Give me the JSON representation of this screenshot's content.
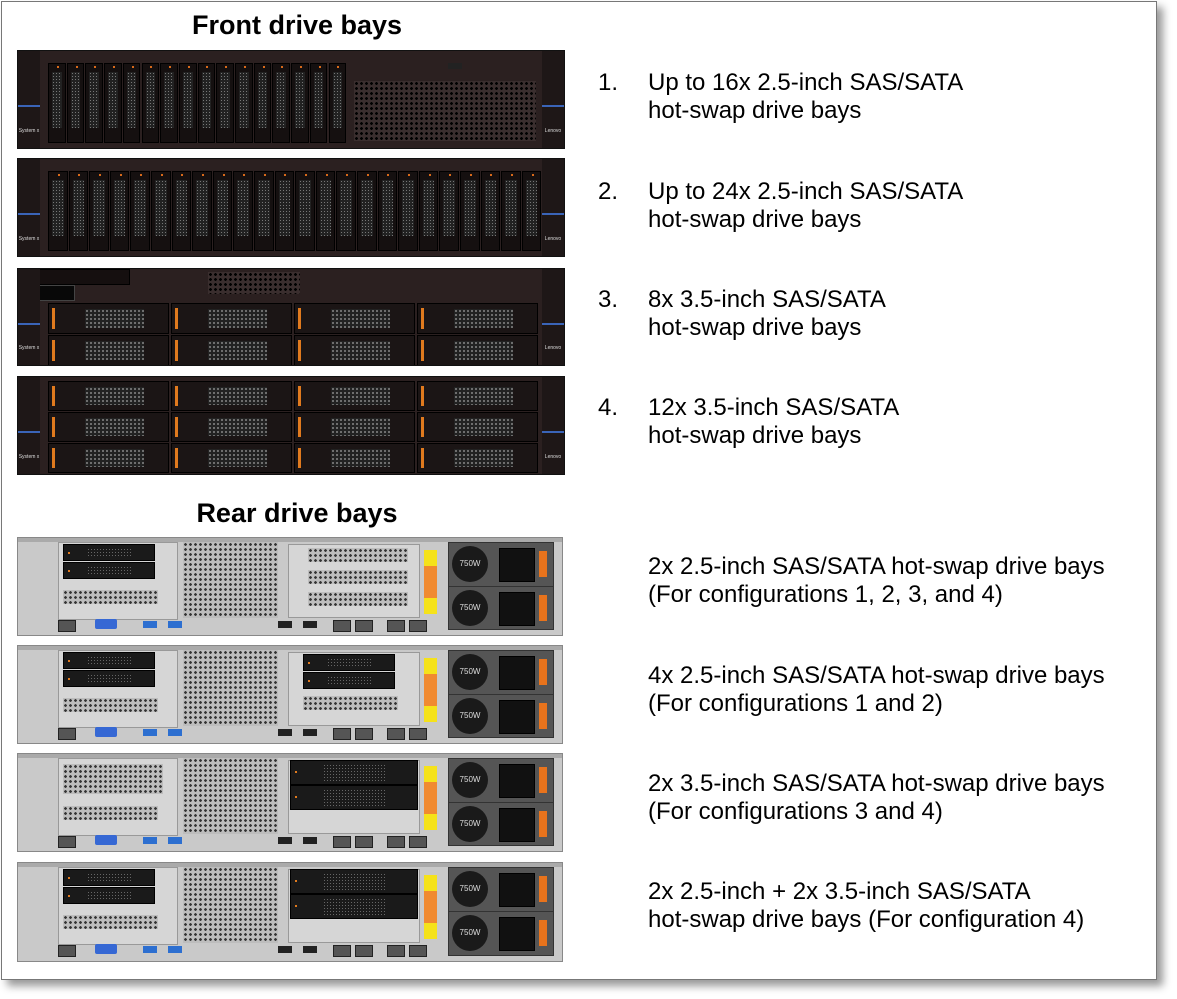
{
  "front_title": "Front drive bays",
  "rear_title": "Rear drive bays",
  "front_configs": [
    {
      "number": "1.",
      "line1": "Up to 16x 2.5-inch SAS/SATA",
      "line2": "hot-swap drive bays"
    },
    {
      "number": "2.",
      "line1": "Up to 24x 2.5-inch SAS/SATA",
      "line2": "hot-swap drive bays"
    },
    {
      "number": "3.",
      "line1": "8x 3.5-inch SAS/SATA",
      "line2": "hot-swap drive bays"
    },
    {
      "number": "4.",
      "line1": "12x 3.5-inch SAS/SATA",
      "line2": "hot-swap drive bays"
    }
  ],
  "rear_configs": [
    {
      "line1": "2x 2.5-inch SAS/SATA hot-swap drive bays",
      "line2": "(For configurations 1, 2, 3, and 4)"
    },
    {
      "line1": "4x 2.5-inch SAS/SATA hot-swap drive bays",
      "line2": "(For configurations 1 and 2)"
    },
    {
      "line1": "2x 3.5-inch SAS/SATA hot-swap drive bays",
      "line2": "(For configurations 3 and 4)"
    },
    {
      "line1": "2x 2.5-inch + 2x 3.5-inch SAS/SATA",
      "line2": "hot-swap drive bays (For configuration 4)"
    }
  ],
  "labels": {
    "brand_left": "System x",
    "brand_right": "Lenovo",
    "psu_rating": "750W"
  }
}
